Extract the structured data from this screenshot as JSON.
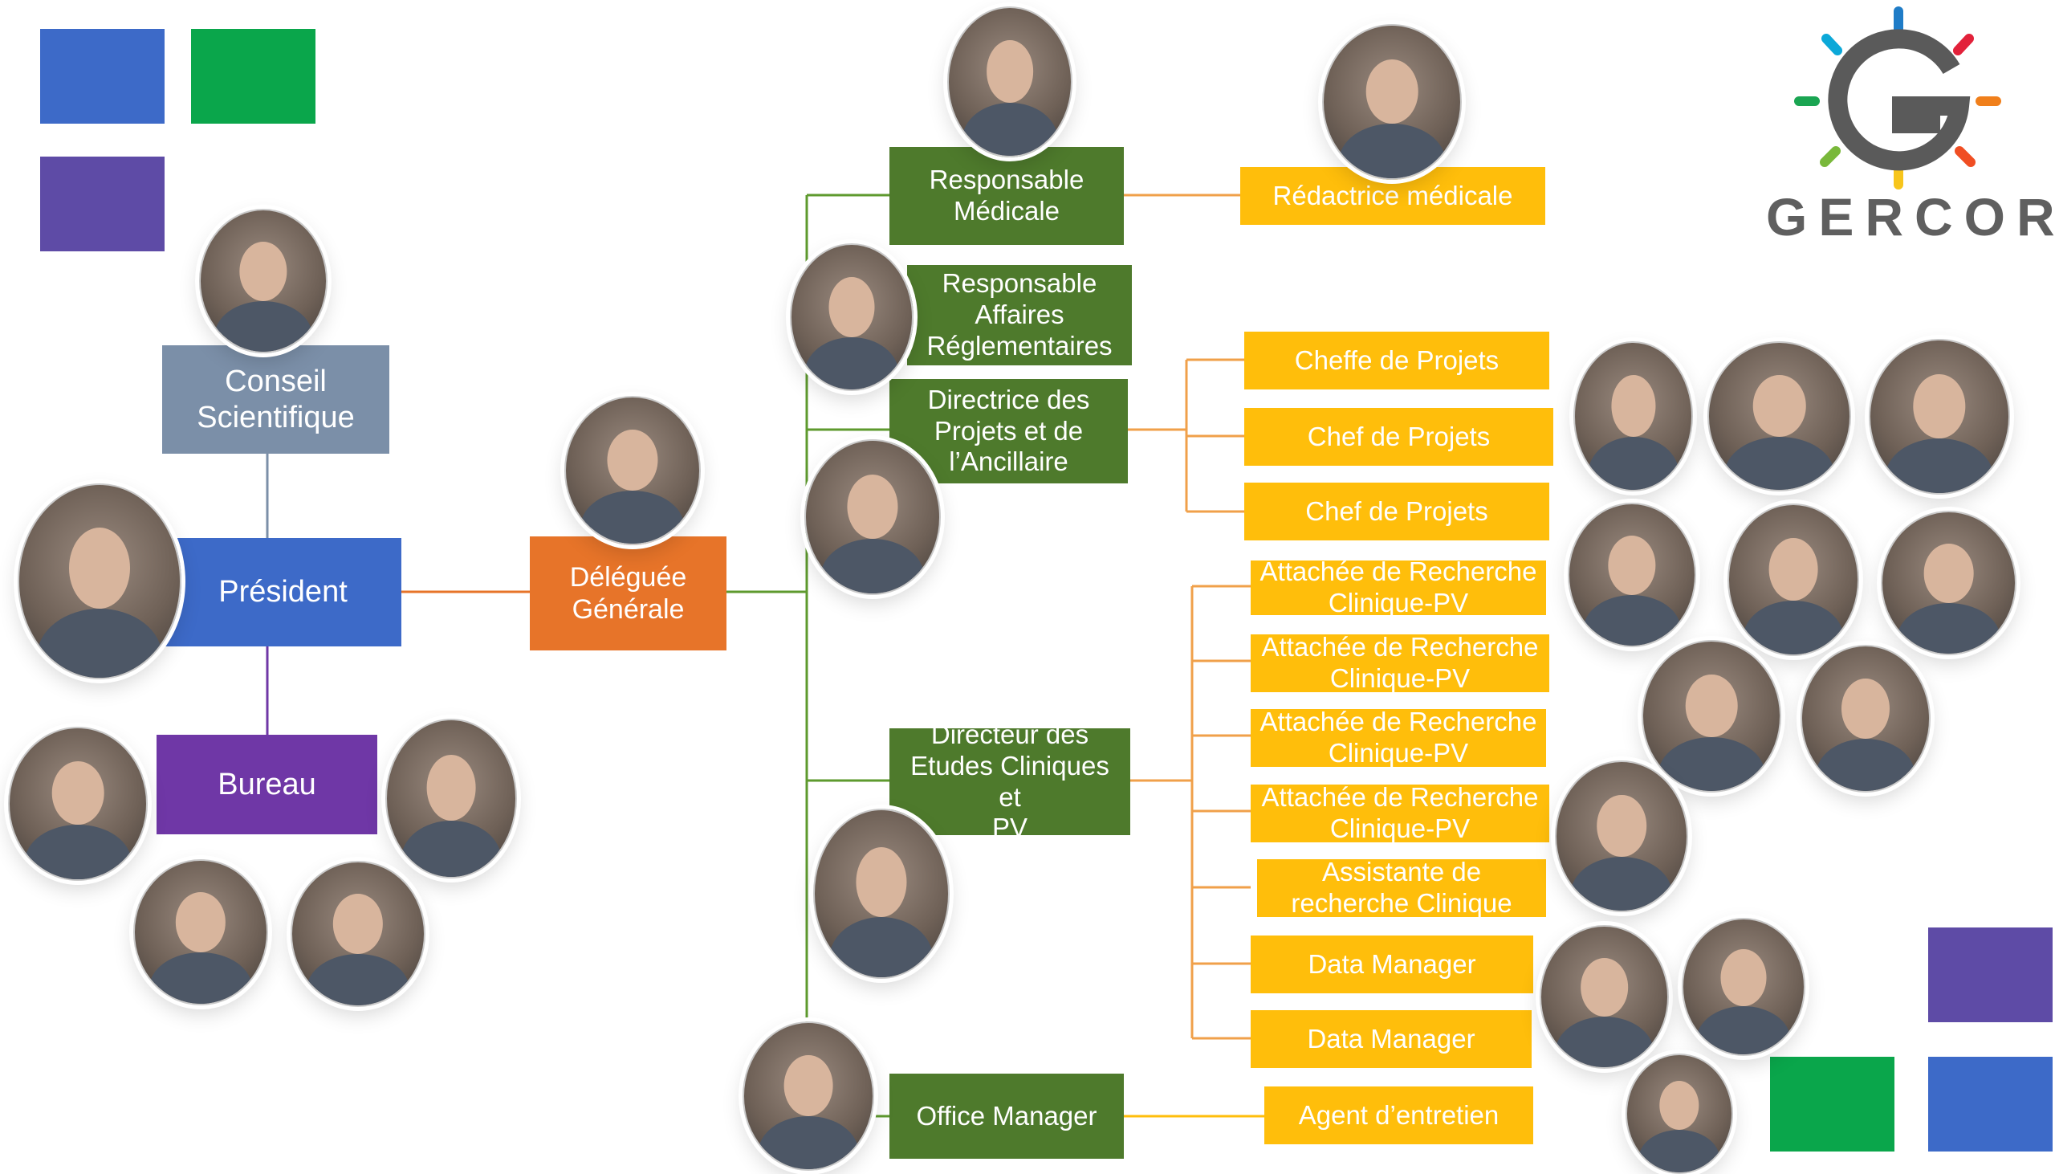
{
  "brand": {
    "logo_text": "GERCOR",
    "colors": {
      "blue": "#3d6ac8",
      "green": "#0aa64b",
      "purple": "#5e4ba6",
      "orange": "#e77429",
      "dark_green": "#4e7a2c",
      "yellow": "#ffbe0b",
      "grey_blue": "#7b8fa8"
    }
  },
  "left_org": {
    "conseil": "Conseil\nScientifique",
    "president": "Président",
    "bureau": "Bureau"
  },
  "center": {
    "deleguee": "Déléguée\nGénérale"
  },
  "green_roles": {
    "responsable_medicale": "Responsable\nMédicale",
    "responsable_affaires": "Responsable\nAffaires\nRéglementaires",
    "directrice_projets": "Directrice des\nProjets  et de\nl’Ancillaire",
    "directeur_etudes": "Directeur des\nEtudes Cliniques et\nPV",
    "office_manager": "Office Manager"
  },
  "yellow_roles": {
    "redactrice": "Rédactrice médicale",
    "cheffe_projets": "Cheffe de Projets",
    "chef_projets_1": "Chef de Projets",
    "chef_projets_2": "Chef de Projets",
    "arc_1": "Attachée de Recherche\nClinique-PV",
    "arc_2": "Attachée de Recherche\nClinique-PV",
    "arc_3": "Attachée de Recherche\nClinique-PV",
    "arc_4": "Attachée de Recherche\nClinique-PV",
    "assistante": "Assistante de\nrecherche Clinique",
    "data_manager_1": "Data Manager",
    "data_manager_2": "Data Manager",
    "agent_entretien": "Agent d’entretien"
  }
}
